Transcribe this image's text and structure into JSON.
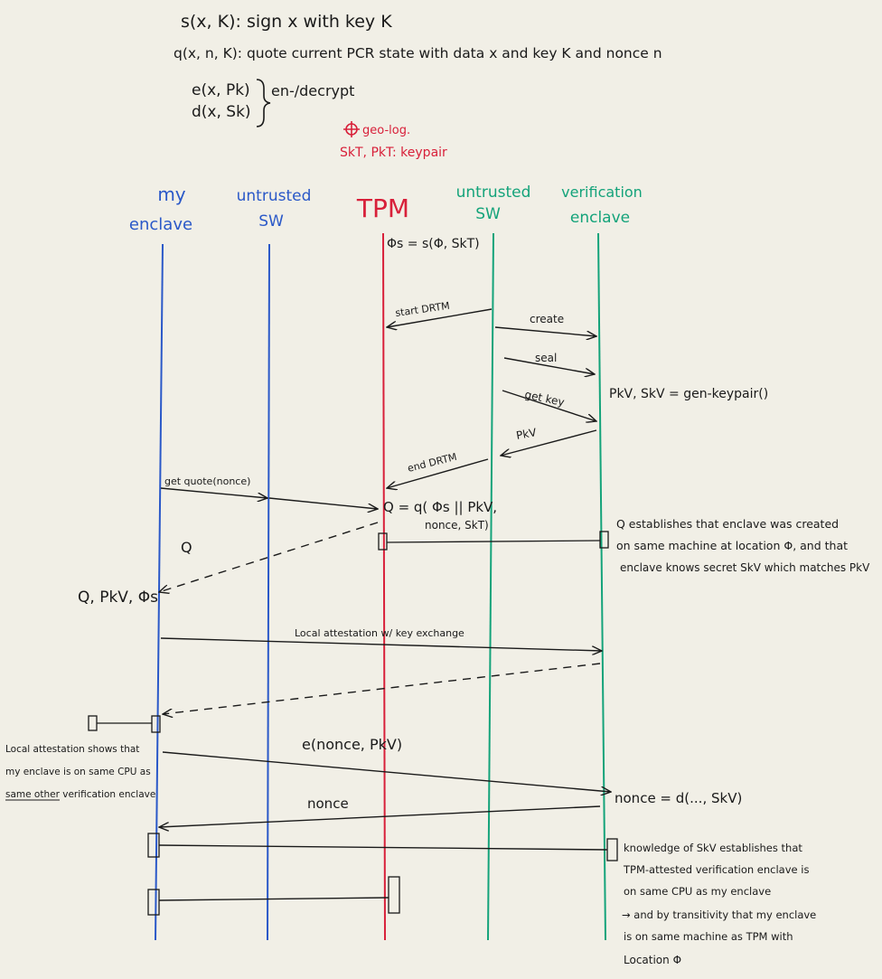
{
  "colors": {
    "board": "#f1efe6",
    "ink": "#1a1a1a",
    "blue": "#2a58c8",
    "red": "#d8203a",
    "green": "#14a37a"
  },
  "legend": {
    "sign": "s(x, K): sign x with key K",
    "quote": "q(x, n, K): quote current PCR state with data x and key K and nonce n",
    "encrypt": "e(x, Pk)",
    "decrypt": "d(x, Sk)",
    "endecrypt": "en-/decrypt",
    "geolog": "geo-log.",
    "tpm_keypair": "SkT, PkT: keypair"
  },
  "lanes": [
    {
      "line1": "my",
      "line2": "enclave",
      "color": "blue"
    },
    {
      "line1": "untrusted",
      "line2": "SW",
      "color": "blue"
    },
    {
      "line1": "TPM",
      "line2": "",
      "color": "red"
    },
    {
      "line1": "untrusted",
      "line2": "SW",
      "color": "green"
    },
    {
      "line1": "verification",
      "line2": "enclave",
      "color": "green"
    }
  ],
  "messages": {
    "phi_s": "Φs = s(Φ, SkT)",
    "start_drtm": "start DRTM",
    "create": "create",
    "seal": "seal",
    "get_key": "get key",
    "gen_keypair": "PkV, SkV = gen-keypair()",
    "pkv": "PkV",
    "end_drtm": "end DRTM",
    "get_quote": "get quote(nonce)",
    "quote_line1": "Q = q( Φs || PkV,",
    "quote_line2": "nonce, SkT)",
    "q_return": "Q",
    "my_result": "Q, PkV, Φs",
    "q_note_1": "Q establishes that enclave was created",
    "q_note_2": "on same machine at location Φ, and that",
    "q_note_3": "enclave knows secret SkV which matches PkV",
    "local_att": "Local attestation w/ key exchange",
    "local_note_1": "Local attestation shows that",
    "local_note_2": "my enclave is on same CPU as",
    "local_note_3": "same other verification enclave",
    "e_nonce": "e(nonce, PkV)",
    "decrypt_nonce": "nonce = d(..., SkV)",
    "nonce": "nonce",
    "final_note_1": "knowledge of SkV establishes that",
    "final_note_2": "TPM-attested verification enclave is",
    "final_note_3": "on same CPU as my enclave",
    "final_note_4": "→ and by transitivity that my enclave",
    "final_note_5": "is on same machine as TPM with",
    "final_note_6": "Location Φ"
  }
}
